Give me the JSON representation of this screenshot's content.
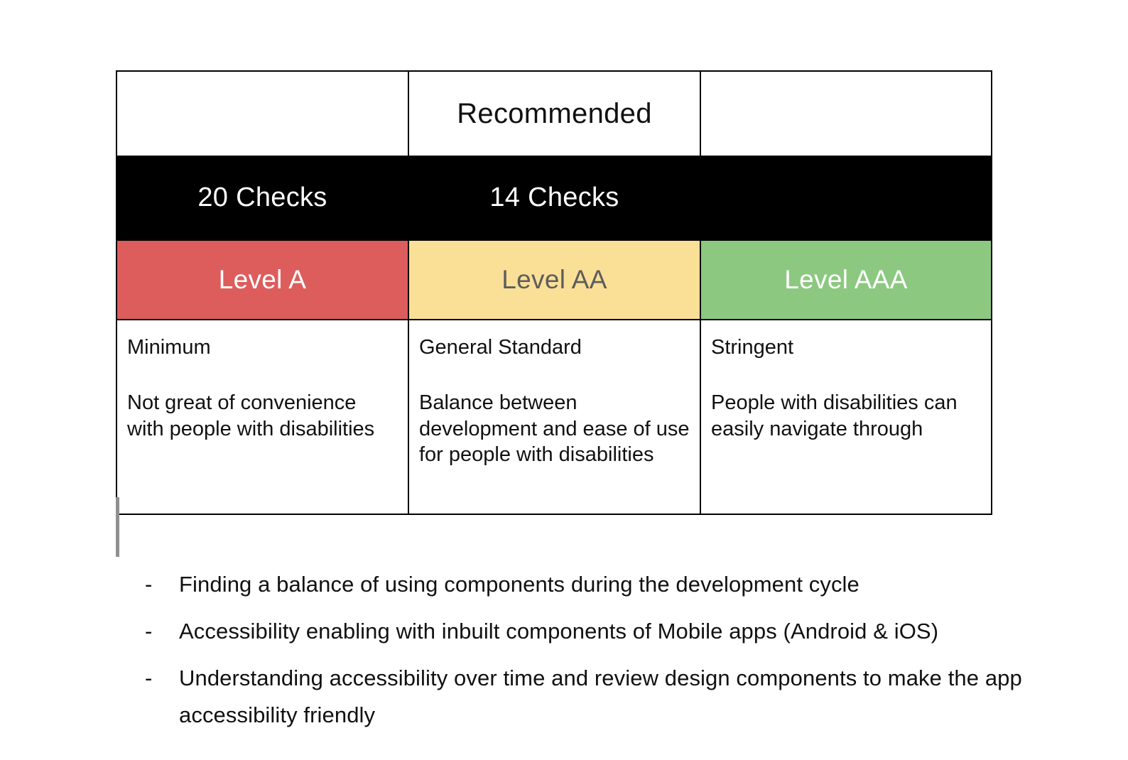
{
  "table": {
    "recommended_label": "Recommended",
    "columns": [
      {
        "id": "level-a",
        "checks": "20 Checks",
        "level_label": "Level A",
        "level_color": "#dd5d5d",
        "level_text_color": "#ffffff",
        "desc_title": "Minimum",
        "desc_body": "Not great of convenience with people with disabilities"
      },
      {
        "id": "level-aa",
        "checks": "14 Checks",
        "level_label": "Level AA",
        "level_color": "#fadf96",
        "level_text_color": "#5d5d5d",
        "desc_title": "General Standard",
        "desc_body": "Balance between development and ease of use for people with disabilities"
      },
      {
        "id": "level-aaa",
        "checks": "",
        "level_label": "Level AAA",
        "level_color": "#8cc880",
        "level_text_color": "#ffffff",
        "desc_title": "Stringent",
        "desc_body": "People with disabilities can easily navigate through"
      }
    ]
  },
  "notes": {
    "bullet_marker": "-",
    "items": [
      "Finding a balance of using components during the development cycle",
      "Accessibility enabling with inbuilt components of Mobile apps (Android & iOS)",
      "Understanding accessibility over time and review design components to make the app accessibility friendly"
    ]
  },
  "colors": {
    "black_row": "#000000",
    "border": "#000000",
    "tail_line": "#909090",
    "text": "#111111"
  }
}
